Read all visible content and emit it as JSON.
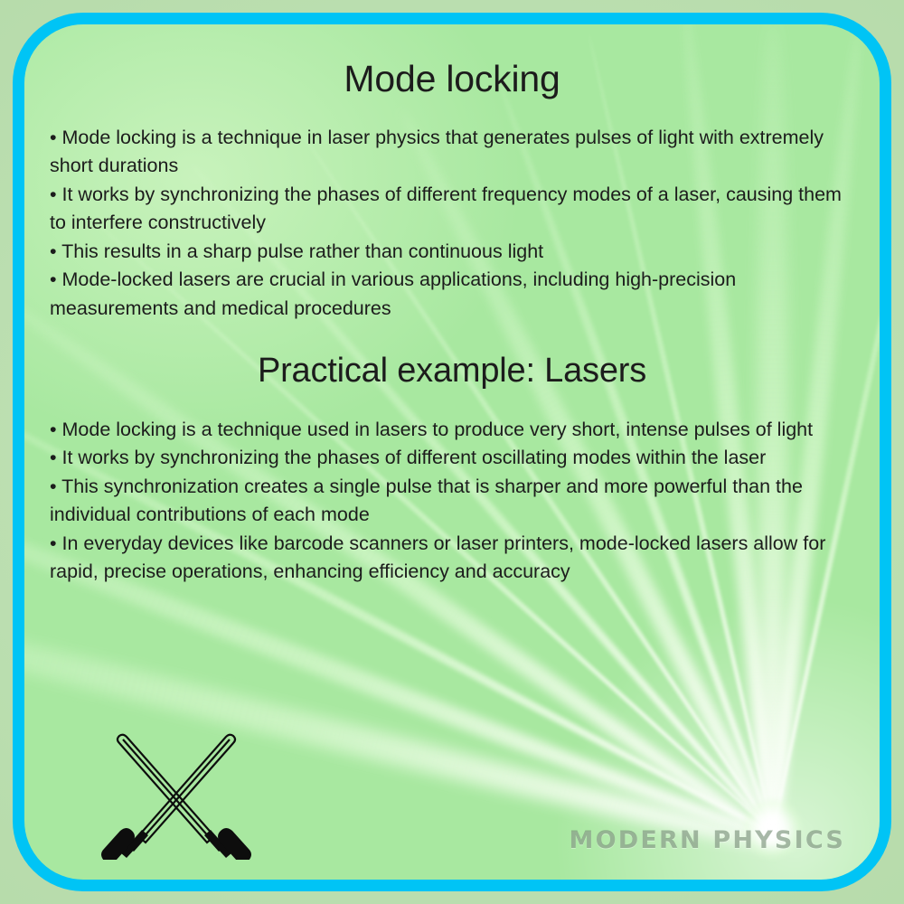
{
  "slide": {
    "title": "Mode locking",
    "section_title": "Practical example: Lasers",
    "bullets_main": [
      "• Mode locking is a technique in laser physics that generates pulses of light with extremely short durations",
      "• It works by synchronizing the phases of different frequency modes of a laser, causing them to interfere constructively",
      "• This results in a sharp pulse rather than continuous light",
      "• Mode-locked lasers are crucial in various applications, including high-precision measurements and medical procedures"
    ],
    "bullets_example": [
      "• Mode locking is a technique used in lasers to produce very short, intense pulses of light",
      "• It works by synchronizing the phases of different oscillating modes within the laser",
      "• This synchronization creates a single pulse that is sharper and more powerful than the individual contributions of each mode",
      "• In everyday devices like barcode scanners or laser printers, mode-locked lasers allow for rapid, precise operations, enhancing efficiency and accuracy"
    ],
    "watermark": "MODERN PHYSICS",
    "icon_name": "crossed-lightsabers-icon"
  },
  "colors": {
    "frame_border": "#00c4f5",
    "outer_background": "#bcdfb1",
    "inner_background": "#a9e79b",
    "text": "#1c1c1c",
    "watermark": "#7b8f7b",
    "beam": "#ffffff"
  }
}
